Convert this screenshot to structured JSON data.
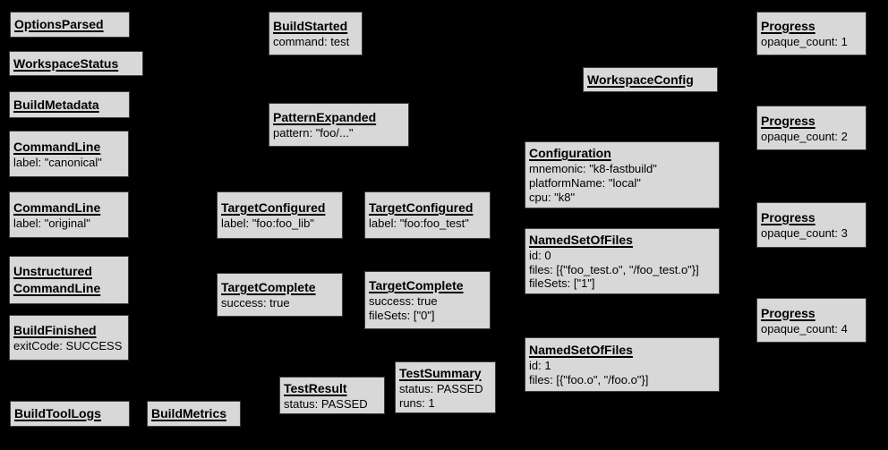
{
  "canvas": {
    "bg": "#000000",
    "node_fill": "#d8d8d8",
    "node_border": "#3d3d3d",
    "text_color": "#000000"
  },
  "nodes": {
    "options_parsed": {
      "title": "OptionsParsed",
      "details": ""
    },
    "workspace_status": {
      "title": "WorkspaceStatus",
      "details": ""
    },
    "build_metadata": {
      "title": "BuildMetadata",
      "details": ""
    },
    "command_line_canonical": {
      "title": "CommandLine",
      "details": "label: \"canonical\""
    },
    "command_line_original": {
      "title": "CommandLine",
      "details": "label: \"original\""
    },
    "unstructured_command_line": {
      "title": "Unstructured\nCommandLine",
      "details": ""
    },
    "build_finished": {
      "title": "BuildFinished",
      "details": "exitCode: SUCCESS"
    },
    "build_tool_logs": {
      "title": "BuildToolLogs",
      "details": ""
    },
    "build_metrics": {
      "title": "BuildMetrics",
      "details": ""
    },
    "build_started": {
      "title": "BuildStarted",
      "details": "command: test"
    },
    "pattern_expanded": {
      "title": "PatternExpanded",
      "details": "pattern: \"foo/...\""
    },
    "target_configured_lib": {
      "title": "TargetConfigured",
      "details": "label: \"foo:foo_lib\""
    },
    "target_complete_lib": {
      "title": "TargetComplete",
      "details": "success: true"
    },
    "test_result": {
      "title": "TestResult",
      "details": "status: PASSED"
    },
    "target_configured_test": {
      "title": "TargetConfigured",
      "details": "label: \"foo:foo_test\""
    },
    "target_complete_test": {
      "title": "TargetComplete",
      "details": "success: true\nfileSets: [\"0\"]"
    },
    "test_summary": {
      "title": "TestSummary",
      "details": "status: PASSED\nruns: 1"
    },
    "workspace_config": {
      "title": "WorkspaceConfig",
      "details": ""
    },
    "configuration": {
      "title": "Configuration",
      "details": "mnemonic: \"k8-fastbuild\"\nplatformName: \"local\"\ncpu: \"k8\""
    },
    "named_set_of_files_0": {
      "title": "NamedSetOfFiles",
      "details": "id: 0\nfiles: [{\"foo_test.o\", \"/foo_test.o\"}]\nfileSets: [\"1\"]"
    },
    "named_set_of_files_1": {
      "title": "NamedSetOfFiles",
      "details": "id: 1\nfiles: [{\"foo.o\", \"/foo.o\"}]"
    },
    "progress_1": {
      "title": "Progress",
      "details": "opaque_count: 1"
    },
    "progress_2": {
      "title": "Progress",
      "details": "opaque_count: 2"
    },
    "progress_3": {
      "title": "Progress",
      "details": "opaque_count: 3"
    },
    "progress_4": {
      "title": "Progress",
      "details": "opaque_count: 4"
    }
  }
}
